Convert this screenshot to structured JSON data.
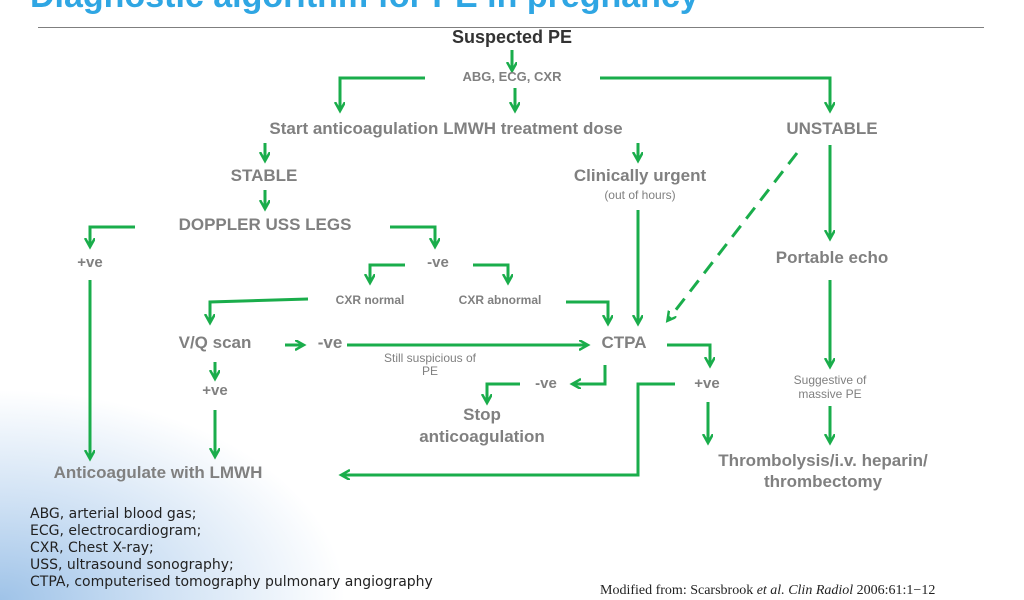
{
  "title": "Diagnostic algorithm for PE in pregnancy",
  "flow": {
    "suspected_pe": "Suspected PE",
    "initial_tests": "ABG, ECG, CXR",
    "start_anticoagulation": "Start anticoagulation LMWH treatment dose",
    "unstable": "UNSTABLE",
    "stable": "STABLE",
    "clinically_urgent": "Clinically urgent",
    "out_of_hours": "(out of hours)",
    "doppler": "DOPPLER USS LEGS",
    "portable_echo": "Portable echo",
    "doppler_positive": "+ve",
    "doppler_negative": "-ve",
    "cxr_normal": "CXR normal",
    "cxr_abnormal": "CXR abnormal",
    "vq_scan": "V/Q scan",
    "vq_negative": "-ve",
    "still_suspicious_line1": "Still suspicious of",
    "still_suspicious_line2": "PE",
    "ctpa": "CTPA",
    "suggestive_line1": "Suggestive of",
    "suggestive_line2": "massive PE",
    "vq_positive": "+ve",
    "ctpa_negative": "-ve",
    "ctpa_positive": "+ve",
    "stop_line1": "Stop",
    "stop_line2": "anticoagulation",
    "anticoagulate_lmwh": "Anticoagulate with LMWH",
    "thrombolysis_line1": "Thrombolysis/i.v. heparin/",
    "thrombolysis_line2": "thrombectomy"
  },
  "abbreviations": [
    "ABG, arterial blood gas;",
    "ECG, electrocardiogram;",
    "CXR, Chest X-ray;",
    "USS, ultrasound sonography;",
    "CTPA, computerised tomography pulmonary angiography"
  ],
  "citation": {
    "prefix": "Modified from: Scarsbrook ",
    "italic": "et al. Clin Radiol",
    "suffix": " 2006:61:1−12"
  },
  "colors": {
    "arrow": "#1aad4b",
    "node_text": "#808080",
    "title": "#2fa6e3"
  }
}
